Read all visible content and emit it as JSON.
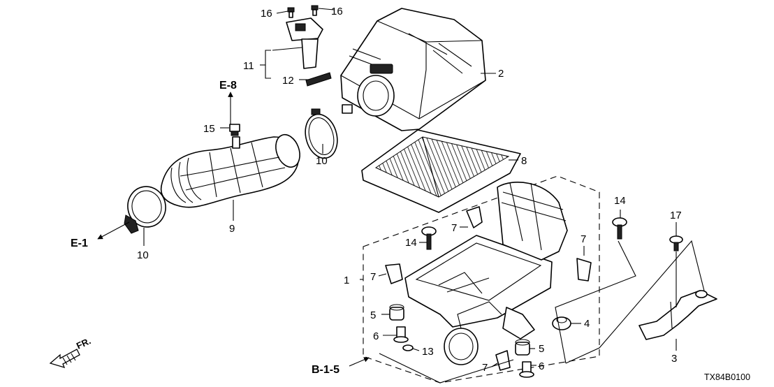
{
  "diagram_code": "TX84B0100",
  "front_indicator": "FR.",
  "references": {
    "e8": "E-8",
    "e1": "E-1",
    "b15": "B-1-5"
  },
  "callouts": {
    "c1": "1",
    "c2": "2",
    "c3": "3",
    "c4": "4",
    "c5a": "5",
    "c5b": "5",
    "c6a": "6",
    "c6b": "6",
    "c7a": "7",
    "c7b": "7",
    "c7c": "7",
    "c7d": "7",
    "c8": "8",
    "c9": "9",
    "c10a": "10",
    "c10b": "10",
    "c11": "11",
    "c12": "12",
    "c13": "13",
    "c14a": "14",
    "c14b": "14",
    "c15": "15",
    "c16a": "16",
    "c16b": "16",
    "c17": "17"
  }
}
